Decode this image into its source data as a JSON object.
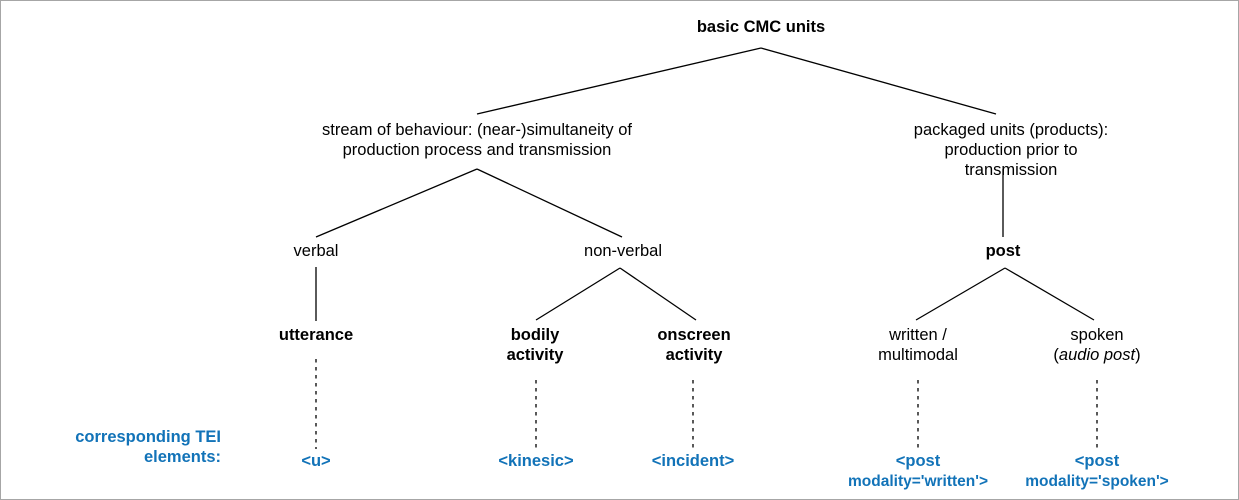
{
  "diagram": {
    "title_node": "basic CMC units",
    "nodes": {
      "root": "basic CMC units",
      "stream": "stream of behaviour: (near-)simultaneity of\nproduction process and transmission",
      "packaged": "packaged units (products):\nproduction prior to transmission",
      "verbal": "verbal",
      "nonverbal": "non-verbal",
      "post": "post",
      "utterance": "utterance",
      "bodily": "bodily\nactivity",
      "onscreen": "onscreen\nactivity",
      "written": "written /\nmultimodal",
      "spoken_line1": "spoken",
      "spoken_line2_prefix": "(",
      "spoken_line2_italic": "audio post",
      "spoken_line2_suffix": ")"
    },
    "legend": {
      "label": "corresponding TEI\nelements:",
      "color": "#1273b8"
    },
    "tei_elements": {
      "u": "<u>",
      "kinesic": "<kinesic>",
      "incident": "<incident>",
      "post_written_line1": "<post",
      "post_written_line2": "modality='written'>",
      "post_spoken_line1": "<post",
      "post_spoken_line2": "modality='spoken'>"
    },
    "edge_color": "#000000",
    "border_color": "#a6a6a6"
  }
}
